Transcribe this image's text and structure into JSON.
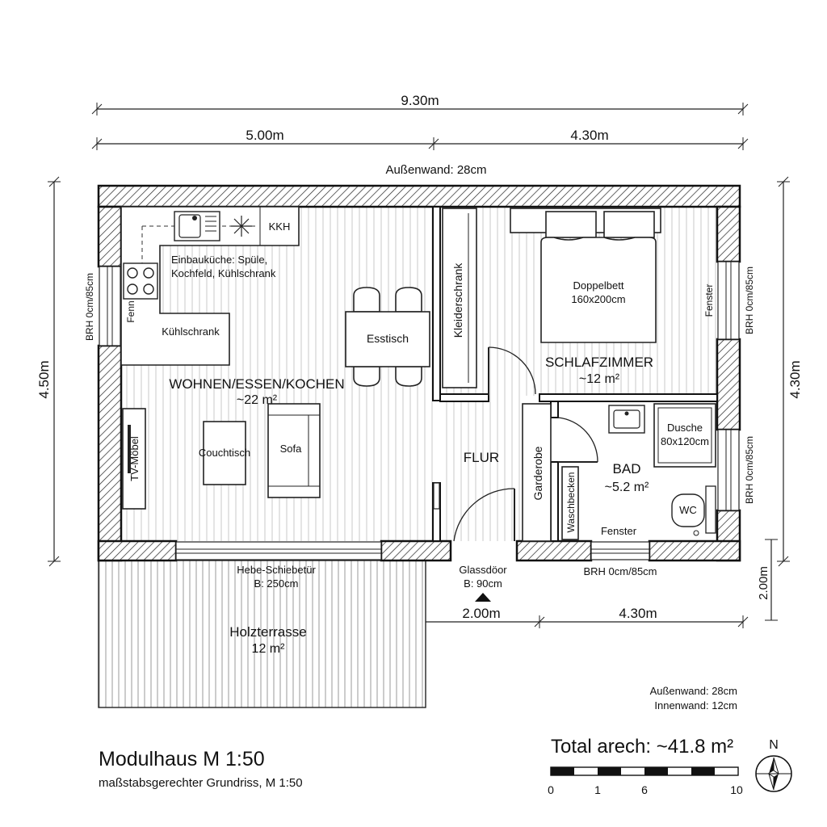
{
  "dimensions": {
    "total_width": "9.30m",
    "left_width": "5.00m",
    "right_width": "4.30m",
    "outer_wall_top": "Außenwand: 28cm",
    "left_height": "4.50m",
    "right_height": "4.30m",
    "bottom_left": "2.00m",
    "bottom_right": "4.30m",
    "small_right": "2.00m"
  },
  "rooms": {
    "living": {
      "name": "WOHNEN/ESSEN/KOCHEN",
      "area": "~22 m²"
    },
    "bedroom": {
      "name": "SCHLAFZIMMER",
      "area": "~12 m²"
    },
    "hall": {
      "name": "FLUR"
    },
    "bath": {
      "name": "BAD",
      "area": "~5.2 m²"
    },
    "terrace": {
      "name": "Holzterrasse",
      "area": "12 m²"
    }
  },
  "furniture": {
    "kkh": "KKH",
    "kitchen_line1": "Einbauküche: Spüle,",
    "kitchen_line2": "Kochfeld, Kühlschrank",
    "fridge": "Kühlschrank",
    "fenn": "Fenn",
    "dining_table": "Esstisch",
    "wardrobe": "Kleiderschrank",
    "bed_name": "Doppelbett",
    "bed_size": "160x200cm",
    "tv": "TV-Möbel",
    "coffee_table": "Couchtisch",
    "sofa": "Sofa",
    "coat_rack": "Garderobe",
    "washbasin": "Waschbecken",
    "shower_name": "Dusche",
    "shower_size": "80x120cm",
    "wc": "WC"
  },
  "windows": {
    "left_brh": "BRH 0cm/85cm",
    "bed_window": "Fenster",
    "bed_brh": "BRH 0cm/85cm",
    "bath_brh_side": "BRH 0cm/85cm",
    "bath_window": "Fenster",
    "bath_brh_bottom": "BRH 0cm/85cm"
  },
  "doors": {
    "sliding_line1": "Hebe-Schiebetür",
    "sliding_line2": "B: 250cm",
    "entry_line1": "Glassdöor",
    "entry_line2": "B: 90cm"
  },
  "legend": {
    "outer_wall": "Außenwand: 28cm",
    "inner_wall": "Innenwand: 12cm"
  },
  "title": {
    "main": "Modulhaus M 1:50",
    "sub": "maßstabsgerechter Grundriss, M 1:50",
    "total_area": "Total arech: ~41.8 m²"
  },
  "scale_bar": {
    "labels": [
      "0",
      "1",
      "6",
      "10"
    ]
  },
  "north": "N"
}
